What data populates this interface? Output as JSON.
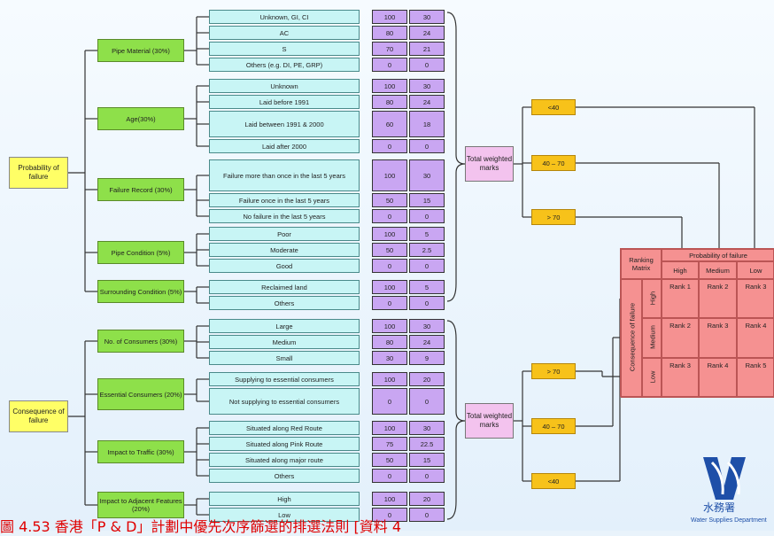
{
  "root_prob": "Probability of failure",
  "root_cons": "Consequence of failure",
  "groups": [
    {
      "label": "Pipe Material (30%)",
      "options": [
        {
          "label": "Unknown, GI, CI",
          "score": "100",
          "weighted": "30"
        },
        {
          "label": "AC",
          "score": "80",
          "weighted": "24"
        },
        {
          "label": "S",
          "score": "70",
          "weighted": "21"
        },
        {
          "label": "Others (e.g. DI, PE, GRP)",
          "score": "0",
          "weighted": "0"
        }
      ]
    },
    {
      "label": "Age(30%)",
      "options": [
        {
          "label": "Unknown",
          "score": "100",
          "weighted": "30"
        },
        {
          "label": "Laid before 1991",
          "score": "80",
          "weighted": "24"
        },
        {
          "label": "Laid between 1991 & 2000",
          "score": "60",
          "weighted": "18"
        },
        {
          "label": "Laid after 2000",
          "score": "0",
          "weighted": "0"
        }
      ]
    },
    {
      "label": "Failure Record (30%)",
      "options": [
        {
          "label": "Failure more than once in the last 5 years",
          "score": "100",
          "weighted": "30"
        },
        {
          "label": "Failure once in the last 5 years",
          "score": "50",
          "weighted": "15"
        },
        {
          "label": "No failure in the last 5 years",
          "score": "0",
          "weighted": "0"
        }
      ]
    },
    {
      "label": "Pipe Condition (5%)",
      "options": [
        {
          "label": "Poor",
          "score": "100",
          "weighted": "5"
        },
        {
          "label": "Moderate",
          "score": "50",
          "weighted": "2.5"
        },
        {
          "label": "Good",
          "score": "0",
          "weighted": "0"
        }
      ]
    },
    {
      "label": "Surrounding Condition (5%)",
      "options": [
        {
          "label": "Reclaimed land",
          "score": "100",
          "weighted": "5"
        },
        {
          "label": "Others",
          "score": "0",
          "weighted": "0"
        }
      ]
    },
    {
      "label": "No. of Consumers (30%)",
      "options": [
        {
          "label": "Large",
          "score": "100",
          "weighted": "30"
        },
        {
          "label": "Medium",
          "score": "80",
          "weighted": "24"
        },
        {
          "label": "Small",
          "score": "30",
          "weighted": "9"
        }
      ]
    },
    {
      "label": "Essential Consumers (20%)",
      "options": [
        {
          "label": "Supplying to essential consumers",
          "score": "100",
          "weighted": "20"
        },
        {
          "label": "Not supplying to essential consumers",
          "score": "0",
          "weighted": "0"
        }
      ]
    },
    {
      "label": "Impact to Traffic (30%)",
      "options": [
        {
          "label": "Situated along Red Route",
          "score": "100",
          "weighted": "30"
        },
        {
          "label": "Situated along Pink Route",
          "score": "75",
          "weighted": "22.5"
        },
        {
          "label": "Situated along major route",
          "score": "50",
          "weighted": "15"
        },
        {
          "label": "Others",
          "score": "0",
          "weighted": "0"
        }
      ]
    },
    {
      "label": "Impact to Adjacent Features (20%)",
      "options": [
        {
          "label": "High",
          "score": "100",
          "weighted": "20"
        },
        {
          "label": "Low",
          "score": "0",
          "weighted": "0"
        }
      ]
    }
  ],
  "total_label": "Total weighted marks",
  "thresholds_prob": [
    "<40",
    "40 – 70",
    "> 70"
  ],
  "thresholds_cons": [
    "> 70",
    "40 – 70",
    "<40"
  ],
  "matrix": {
    "title": "Ranking Matrix",
    "prob_header": "Probability of failure",
    "cons_header": "Consequence of failure",
    "cols": [
      "High",
      "Medium",
      "Low"
    ],
    "rows": [
      "High",
      "Medium",
      "Low"
    ],
    "cells": [
      [
        "Rank 1",
        "Rank 2",
        "Rank 3"
      ],
      [
        "Rank 2",
        "Rank 3",
        "Rank 4"
      ],
      [
        "Rank 3",
        "Rank 4",
        "Rank 5"
      ]
    ]
  },
  "logo_text": "水務署",
  "logo_sub": "Water Supplies Department",
  "caption": "圖 4.53  香港「P & D」計劃中優先次序篩選的排選法則 [資料 4"
}
